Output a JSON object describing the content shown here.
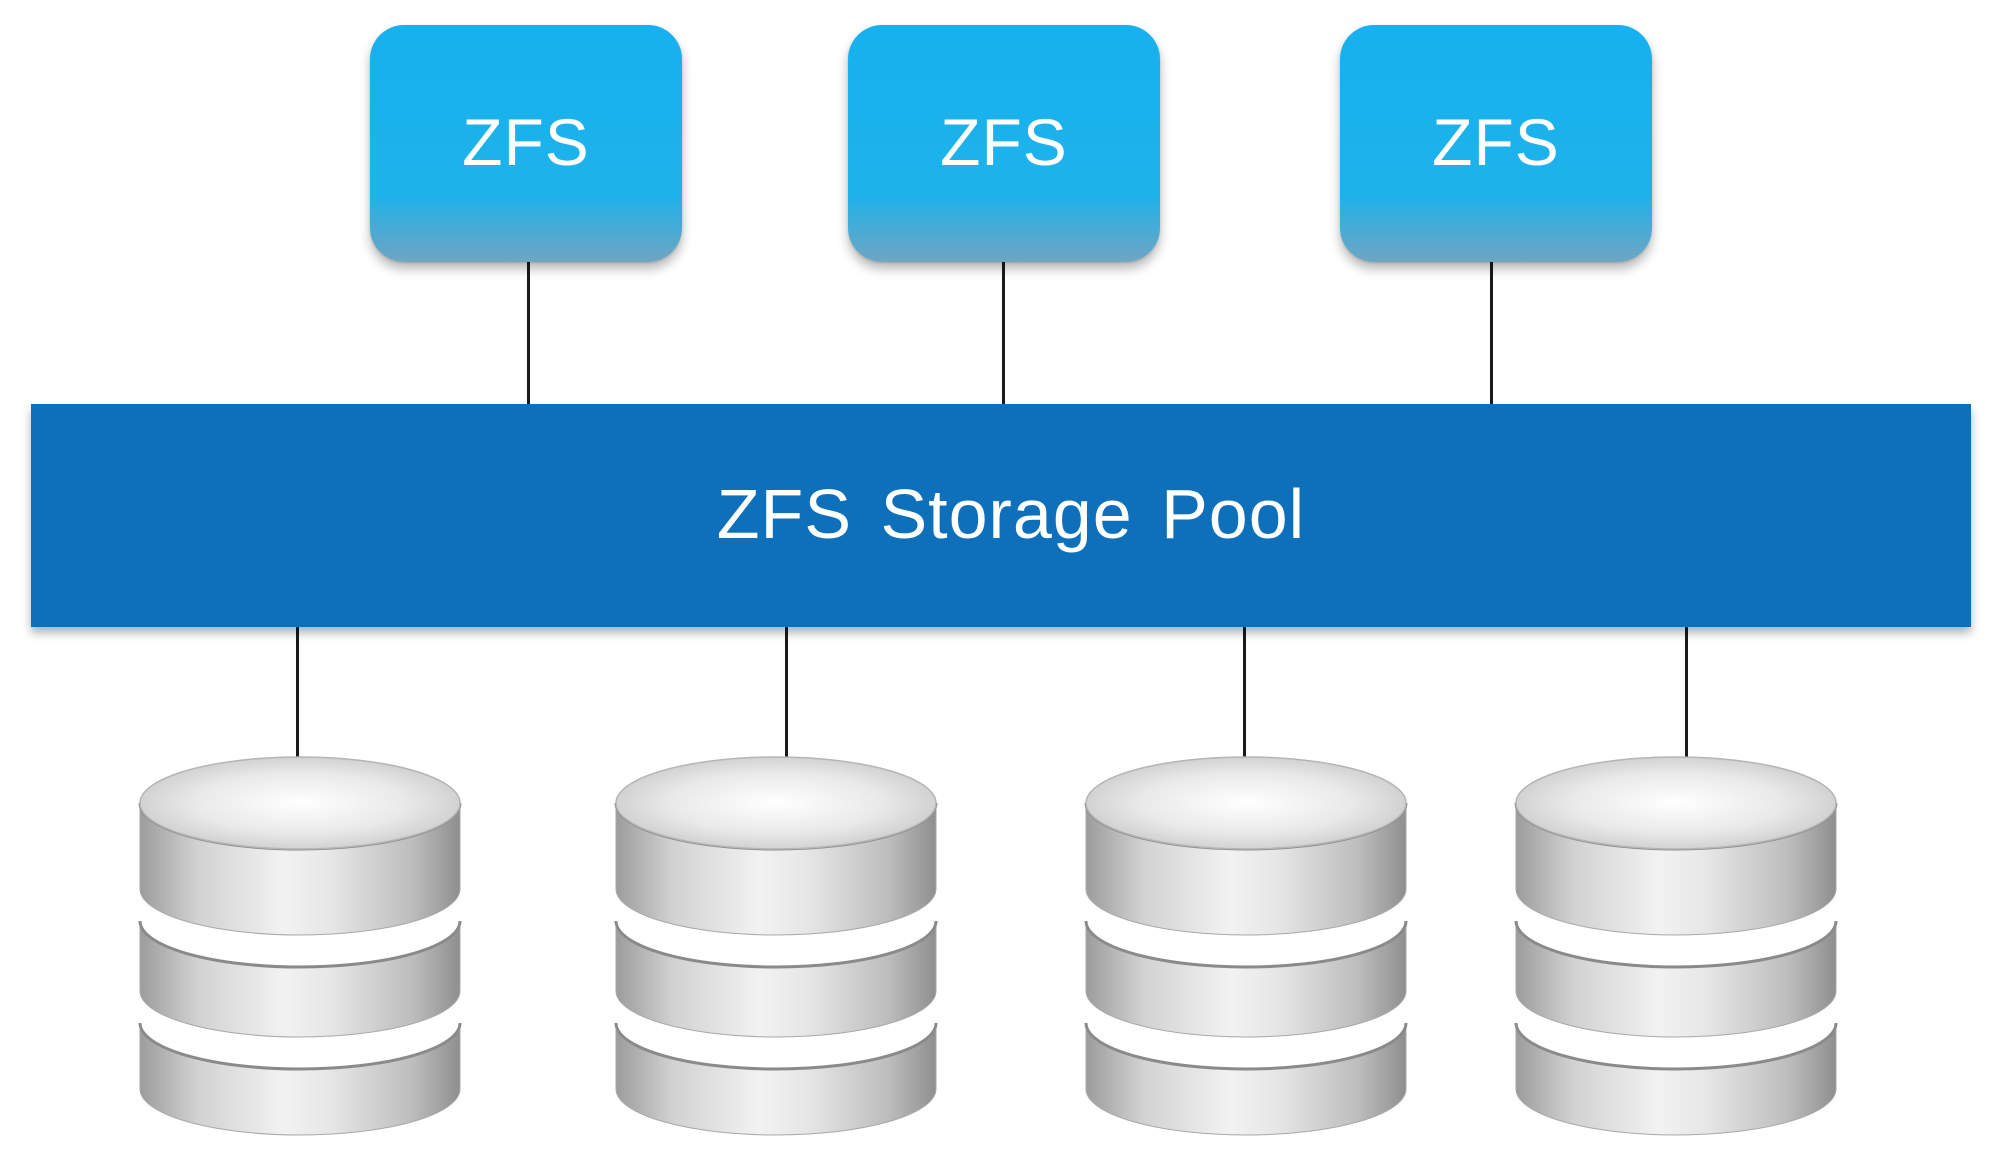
{
  "filesystems": [
    {
      "label": "ZFS"
    },
    {
      "label": "ZFS"
    },
    {
      "label": "ZFS"
    }
  ],
  "pool": {
    "label": "ZFS Storage Pool"
  },
  "disks": [
    {
      "icon": "disk-stack-icon"
    },
    {
      "icon": "disk-stack-icon"
    },
    {
      "icon": "disk-stack-icon"
    },
    {
      "icon": "disk-stack-icon"
    }
  ],
  "colors": {
    "filesystem_box": "#1eb2ea",
    "pool_bar": "#0e6fbb",
    "connector": "#1a1a1a",
    "disk": "#d8d8d8"
  }
}
